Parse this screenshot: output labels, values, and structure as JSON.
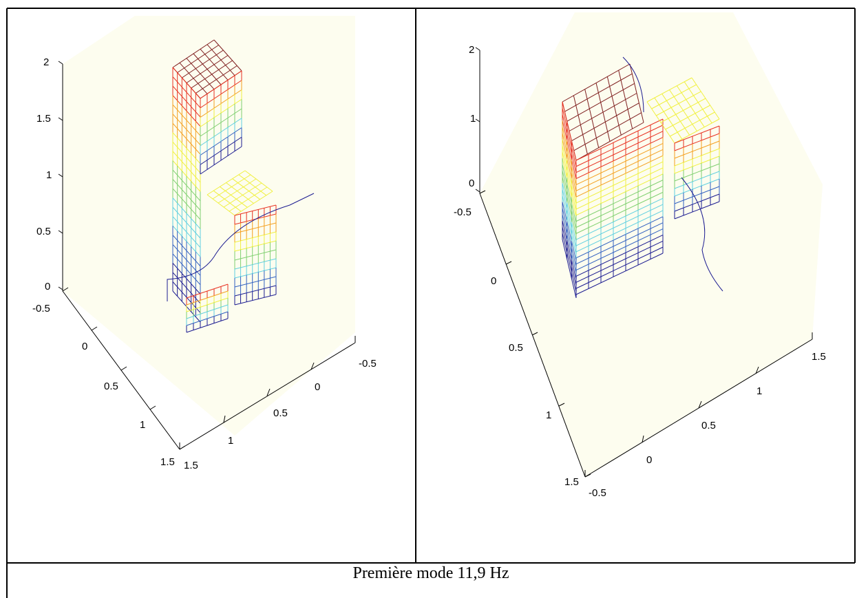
{
  "caption": "Première mode 11,9 Hz",
  "colors": {
    "background": "#fdfdef",
    "axis": "#000000",
    "mesh_top": "#7f1f1f",
    "mesh_red": "#e83020",
    "mesh_orange": "#f4a020",
    "mesh_yellow": "#f0f040",
    "mesh_green": "#80d070",
    "mesh_cyan": "#60d0e0",
    "mesh_blue": "#3060c0",
    "mesh_navy": "#1a1a90"
  },
  "left_plot": {
    "z_ticks": [
      "2",
      "1.5",
      "1",
      "0.5",
      "0"
    ],
    "y_ticks": [
      "-0.5",
      "0",
      "0.5",
      "1",
      "1.5"
    ],
    "x_ticks": [
      "1.5",
      "1",
      "0.5",
      "0",
      "-0.5"
    ]
  },
  "right_plot": {
    "z_ticks": [
      "2",
      "1",
      "0"
    ],
    "y_ticks": [
      "-0.5",
      "0",
      "0.5",
      "1",
      "1.5"
    ],
    "x_ticks": [
      "-0.5",
      "0",
      "0.5",
      "1",
      "1.5"
    ]
  }
}
